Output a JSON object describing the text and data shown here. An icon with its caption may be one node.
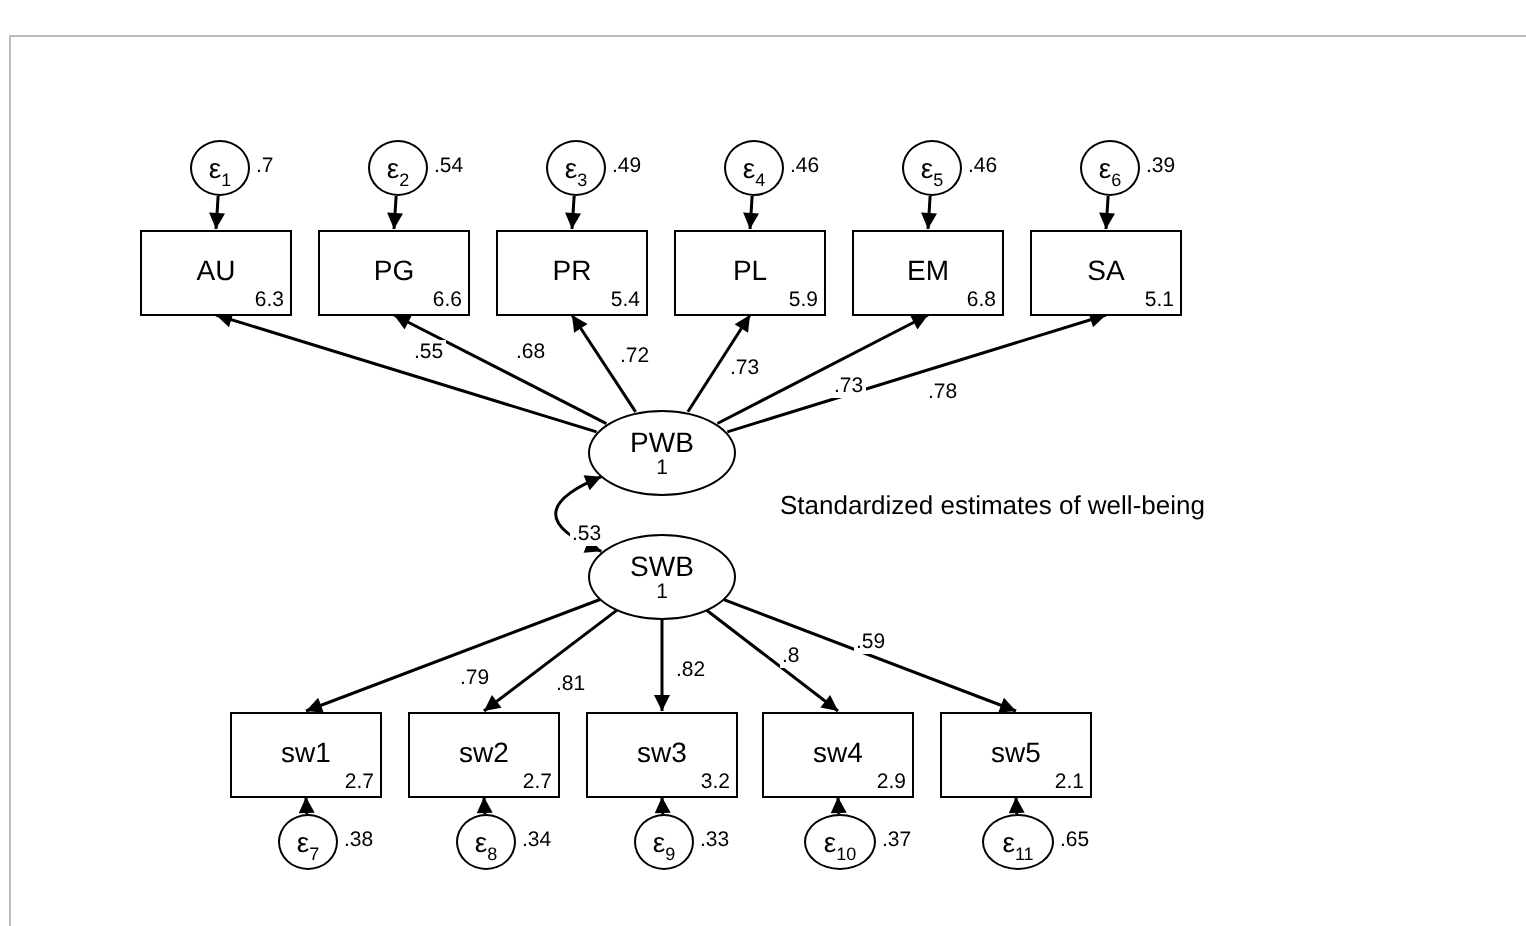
{
  "diagram": {
    "nodes": [
      {
        "text": [
          "ε$_{1}$"
        ],
        "beside": [
          ".7"
        ]
      },
      {
        "text": [
          "ε$_{2}$"
        ],
        "beside": [
          ".54"
        ]
      },
      {
        "text": [
          "ε$_{3}$"
        ],
        "beside": [
          ".49"
        ]
      },
      {
        "text": [
          "ε$_{4}$"
        ],
        "beside": [
          ".46"
        ]
      },
      {
        "text": [
          "ε$_{5}$"
        ],
        "beside": [
          ".46"
        ]
      },
      {
        "text": [
          "ε$_{6}$"
        ],
        "beside": [
          ".39"
        ]
      },
      {
        "text": [
          "AU",
          "6.3"
        ]
      },
      {
        "text": [
          "PG",
          "6.6"
        ]
      },
      {
        "text": [
          "PR",
          "5.4"
        ]
      },
      {
        "text": [
          "PL",
          "5.9"
        ]
      },
      {
        "text": [
          "EM",
          "6.8"
        ]
      },
      {
        "text": [
          "SA",
          "5.1"
        ]
      },
      {
        "text": [
          "PWB",
          "1"
        ]
      },
      {
        "text": [
          "SWB",
          "1"
        ]
      },
      {
        "text": [
          "sw1",
          "2.7"
        ]
      },
      {
        "text": [
          "sw2",
          "2.7"
        ]
      },
      {
        "text": [
          "sw3",
          "3.2"
        ]
      },
      {
        "text": [
          "sw4",
          "2.9"
        ]
      },
      {
        "text": [
          "sw5",
          "2.1"
        ]
      },
      {
        "text": [
          "ε$_{7}$"
        ],
        "beside": [
          ".38"
        ]
      },
      {
        "text": [
          "ε$_{8}$"
        ],
        "beside": [
          ".34"
        ]
      },
      {
        "text": [
          "ε$_{9}$"
        ],
        "beside": [
          ".33"
        ]
      },
      {
        "text": [
          "ε$_{10}$"
        ],
        "beside": [
          ".37"
        ]
      },
      {
        "text": [
          "ε$_{11}$"
        ],
        "beside": [
          ".65"
        ]
      }
    ],
    "edges": [
      {
        "from": 0,
        "to": 6,
        "arrow": "to"
      },
      {
        "from": 1,
        "to": 7,
        "arrow": "to"
      },
      {
        "from": 2,
        "to": 8,
        "arrow": "to"
      },
      {
        "from": 3,
        "to": 9,
        "arrow": "to"
      },
      {
        "from": 4,
        "to": 10,
        "arrow": "to"
      },
      {
        "from": 5,
        "to": 11,
        "arrow": "to"
      },
      {
        "from": 12,
        "to": 6,
        "arrow": "to",
        "label": ".55"
      },
      {
        "from": 12,
        "to": 7,
        "arrow": "to",
        "label": ".68"
      },
      {
        "from": 12,
        "to": 8,
        "arrow": "to",
        "label": ".72"
      },
      {
        "from": 12,
        "to": 9,
        "arrow": "to",
        "label": ".73"
      },
      {
        "from": 12,
        "to": 10,
        "arrow": "to",
        "label": ".73"
      },
      {
        "from": 12,
        "to": 11,
        "arrow": "to",
        "label": ".78"
      },
      {
        "from": 12,
        "to": 13,
        "arrow": "both",
        "label": ".53"
      },
      {
        "from": 13,
        "to": 14,
        "arrow": "to",
        "label": ".79"
      },
      {
        "from": 13,
        "to": 15,
        "arrow": "to",
        "label": ".81"
      },
      {
        "from": 13,
        "to": 16,
        "arrow": "to",
        "label": ".82"
      },
      {
        "from": 13,
        "to": 17,
        "arrow": "to",
        "label": ".8"
      },
      {
        "from": 13,
        "to": 18,
        "arrow": "to",
        "label": ".59"
      },
      {
        "from": 19,
        "to": 14,
        "arrow": "to"
      },
      {
        "from": 20,
        "to": 15,
        "arrow": "to"
      },
      {
        "from": 21,
        "to": 16,
        "arrow": "to"
      },
      {
        "from": 22,
        "to": 17,
        "arrow": "to"
      },
      {
        "from": 23,
        "to": 18,
        "arrow": "to"
      }
    ],
    "labels": [
      "Standardized estimates of well-being"
    ]
  }
}
